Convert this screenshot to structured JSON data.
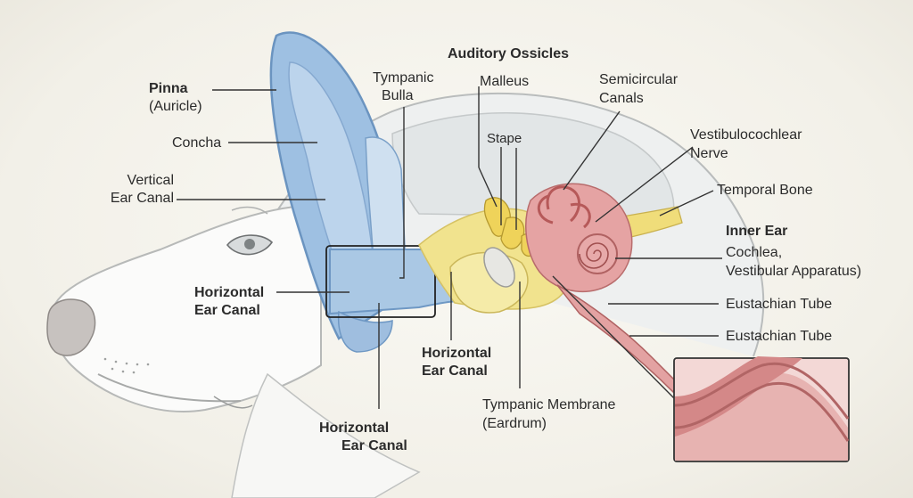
{
  "labels": {
    "pinna": "Pinna",
    "auricle": "(Auricle)",
    "concha": "Concha",
    "vertical_canal_1": "Vertical",
    "vertical_canal_2": "Ear Canal",
    "horizontal_left_1": "Horizontal",
    "horizontal_left_2": "Ear Canal",
    "horizontal_bottom_1": "Horizontal",
    "horizontal_bottom_2": "Ear Canal",
    "horizontal_mid_1": "Horizontal",
    "horizontal_mid_2": "Ear Canal",
    "tympanic_bulla_1": "Tympanic",
    "tympanic_bulla_2": "Bulla",
    "auditory_ossicles": "Auditory Ossicles",
    "malleus": "Malleus",
    "stape": "Stape",
    "tympanic_membrane_1": "Tympanic Membrane",
    "tympanic_membrane_2": "(Eardrum)",
    "semicircular_1": "Semicircular",
    "semicircular_2": "Canals",
    "vestibulocochlear_1": "Vestibulocochlear",
    "vestibulocochlear_2": "Nerve",
    "temporal_bone": "Temporal Bone",
    "inner_ear": "Inner Ear",
    "cochlea_1": "Cochlea,",
    "cochlea_2": "Vestibular Apparatus)",
    "eustachian_1": "Eustachian Tube",
    "eustachian_2": "Eustachian Tube"
  },
  "colors": {
    "outer_ear": "#aac8e4",
    "outer_ear_stroke": "#6f98c4",
    "middle_ear": "#f0e08a",
    "inner_ear": "#e39a9a",
    "leader": "#333333"
  }
}
